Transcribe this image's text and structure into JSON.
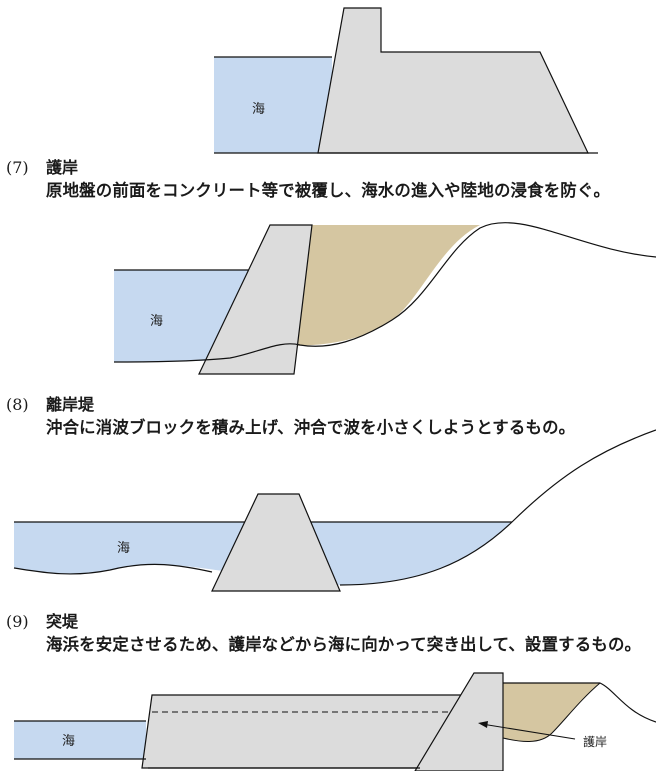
{
  "colors": {
    "sea": "#c6d9f0",
    "structure": "#dcdcdc",
    "fill_soil": "#d5c6a1",
    "line": "#111111"
  },
  "figure_top": {
    "sea_label": "海"
  },
  "sections": [
    {
      "num": "(7)",
      "title": "護岸",
      "desc": "原地盤の前面をコンクリート等で被覆し、海水の進入や陸地の浸食を防ぐ。",
      "sea_label": "海"
    },
    {
      "num": "(8)",
      "title": "離岸堤",
      "desc": "沖合に消波ブロックを積み上げ、沖合で波を小さくしようとするもの。",
      "sea_label": "海"
    },
    {
      "num": "(9)",
      "title": "突堤",
      "desc": "海浜を安定させるため、護岸などから海に向かって突き出して、設置するもの。",
      "sea_label": "海",
      "callout": "護岸"
    }
  ]
}
